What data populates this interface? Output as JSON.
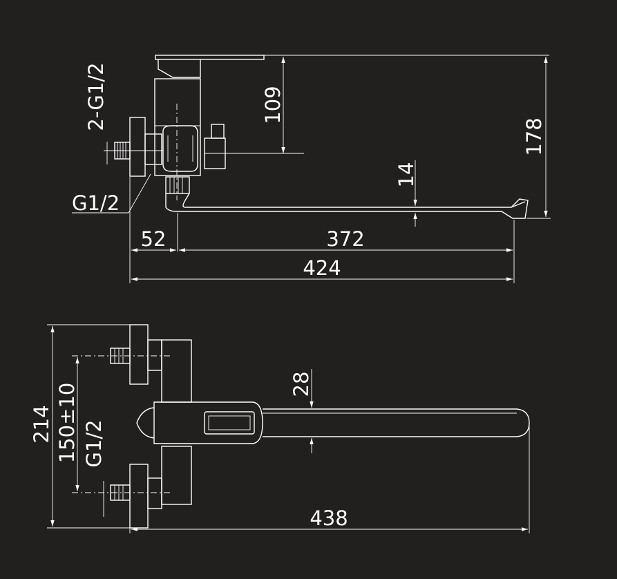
{
  "colors": {
    "background": "#221f1f",
    "line": "#ffffff"
  },
  "side_view": {
    "dim_top_height": "109",
    "dim_overall_height": "178",
    "dim_spout_thickness": "14",
    "dim_inlet_offset": "52",
    "dim_spout_reach": "372",
    "dim_overall_length": "424",
    "label_inlet_thread": "2-G1/2",
    "label_outlet_thread": "G1/2"
  },
  "top_view": {
    "dim_total_width": "214",
    "dim_inlet_spacing": "150±10",
    "label_thread": "G1/2",
    "dim_spout_width": "28",
    "dim_overall_length": "438"
  }
}
